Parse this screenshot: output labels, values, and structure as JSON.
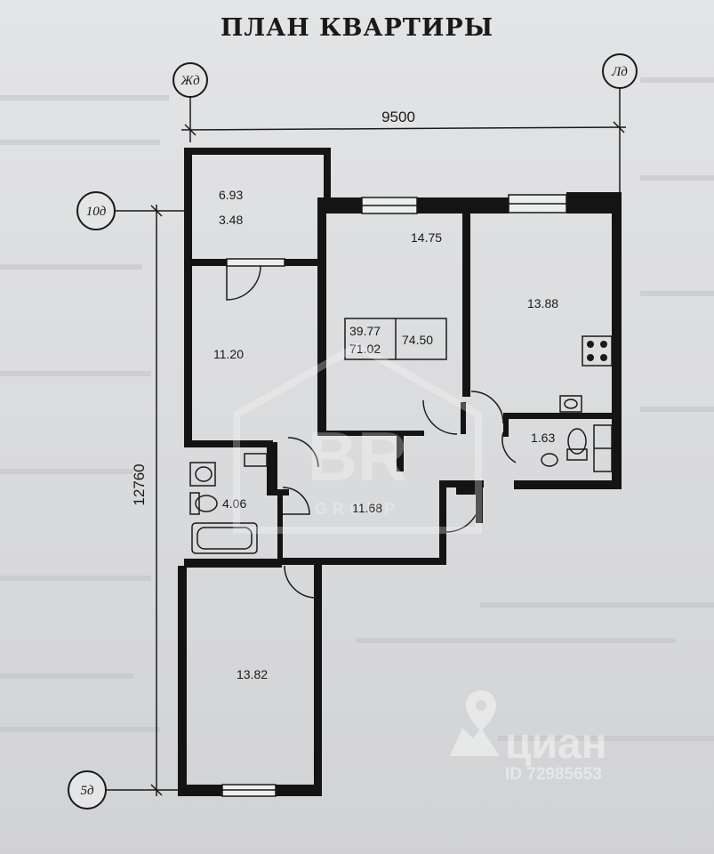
{
  "title": "ПЛАН КВАРТИРЫ",
  "axes": {
    "top_left": "Жд",
    "top_right": "Лд",
    "left_top": "10д",
    "left_bottom": "5д"
  },
  "dimensions": {
    "width": "9500",
    "height": "12760"
  },
  "rooms": {
    "storage_area": "6.93",
    "storage_sub": "3.48",
    "bedroom_top": "11.20",
    "living_room": "14.75",
    "kitchen": "13.88",
    "bathroom": "4.06",
    "hallway": "11.68",
    "wc": "1.63",
    "bedroom_bottom": "13.82"
  },
  "totals": {
    "living": "39.77",
    "total_no_balcony": "71.02",
    "total": "74.50"
  },
  "watermarks": {
    "brand": "BR",
    "brand_sub": "GROUP",
    "cian": "циан",
    "cian_id": "ID 72985653"
  }
}
